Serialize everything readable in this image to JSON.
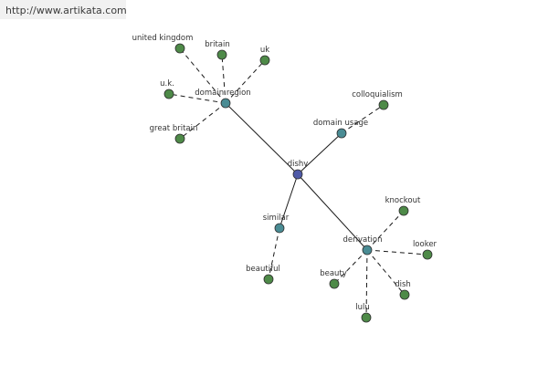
{
  "header": {
    "url": "http://www.artikata.com"
  },
  "colors": {
    "center": "#4f5aa8",
    "hub": "#4a8c94",
    "leaf": "#4e8a48",
    "edge": "#1a1a1a",
    "url_bar": "#f1f1f1"
  },
  "graph": {
    "nodes": [
      {
        "id": "dishy",
        "label": "dishy",
        "type": "center"
      },
      {
        "id": "domain-region",
        "label": "domain region",
        "type": "hub"
      },
      {
        "id": "domain-usage",
        "label": "domain usage",
        "type": "hub"
      },
      {
        "id": "similar",
        "label": "similar",
        "type": "hub"
      },
      {
        "id": "derivation",
        "label": "derivation",
        "type": "hub"
      },
      {
        "id": "united-kingdom",
        "label": "united kingdom",
        "type": "leaf"
      },
      {
        "id": "britain",
        "label": "britain",
        "type": "leaf"
      },
      {
        "id": "uk",
        "label": "uk",
        "type": "leaf"
      },
      {
        "id": "u-k",
        "label": "u.k.",
        "type": "leaf"
      },
      {
        "id": "great-britain",
        "label": "great britain",
        "type": "leaf"
      },
      {
        "id": "colloquialism",
        "label": "colloquialism",
        "type": "leaf"
      },
      {
        "id": "beautiful",
        "label": "beautiful",
        "type": "leaf"
      },
      {
        "id": "knockout",
        "label": "knockout",
        "type": "leaf"
      },
      {
        "id": "looker",
        "label": "looker",
        "type": "leaf"
      },
      {
        "id": "beauty",
        "label": "beauty",
        "type": "leaf"
      },
      {
        "id": "dish",
        "label": "dish",
        "type": "leaf"
      },
      {
        "id": "lulu",
        "label": "lulu",
        "type": "leaf"
      }
    ],
    "edges": [
      {
        "from": "dishy",
        "to": "domain-region",
        "style": "solid"
      },
      {
        "from": "dishy",
        "to": "domain-usage",
        "style": "solid"
      },
      {
        "from": "dishy",
        "to": "similar",
        "style": "solid"
      },
      {
        "from": "dishy",
        "to": "derivation",
        "style": "solid"
      },
      {
        "from": "domain-region",
        "to": "united-kingdom",
        "style": "dashed"
      },
      {
        "from": "domain-region",
        "to": "britain",
        "style": "dashed"
      },
      {
        "from": "domain-region",
        "to": "uk",
        "style": "dashed"
      },
      {
        "from": "domain-region",
        "to": "u-k",
        "style": "dashed"
      },
      {
        "from": "domain-region",
        "to": "great-britain",
        "style": "dashed"
      },
      {
        "from": "domain-usage",
        "to": "colloquialism",
        "style": "dashed"
      },
      {
        "from": "similar",
        "to": "beautiful",
        "style": "dashed"
      },
      {
        "from": "derivation",
        "to": "knockout",
        "style": "dashed"
      },
      {
        "from": "derivation",
        "to": "looker",
        "style": "dashed"
      },
      {
        "from": "derivation",
        "to": "beauty",
        "style": "dashed"
      },
      {
        "from": "derivation",
        "to": "dish",
        "style": "dashed"
      },
      {
        "from": "derivation",
        "to": "lulu",
        "style": "dashed"
      }
    ]
  }
}
